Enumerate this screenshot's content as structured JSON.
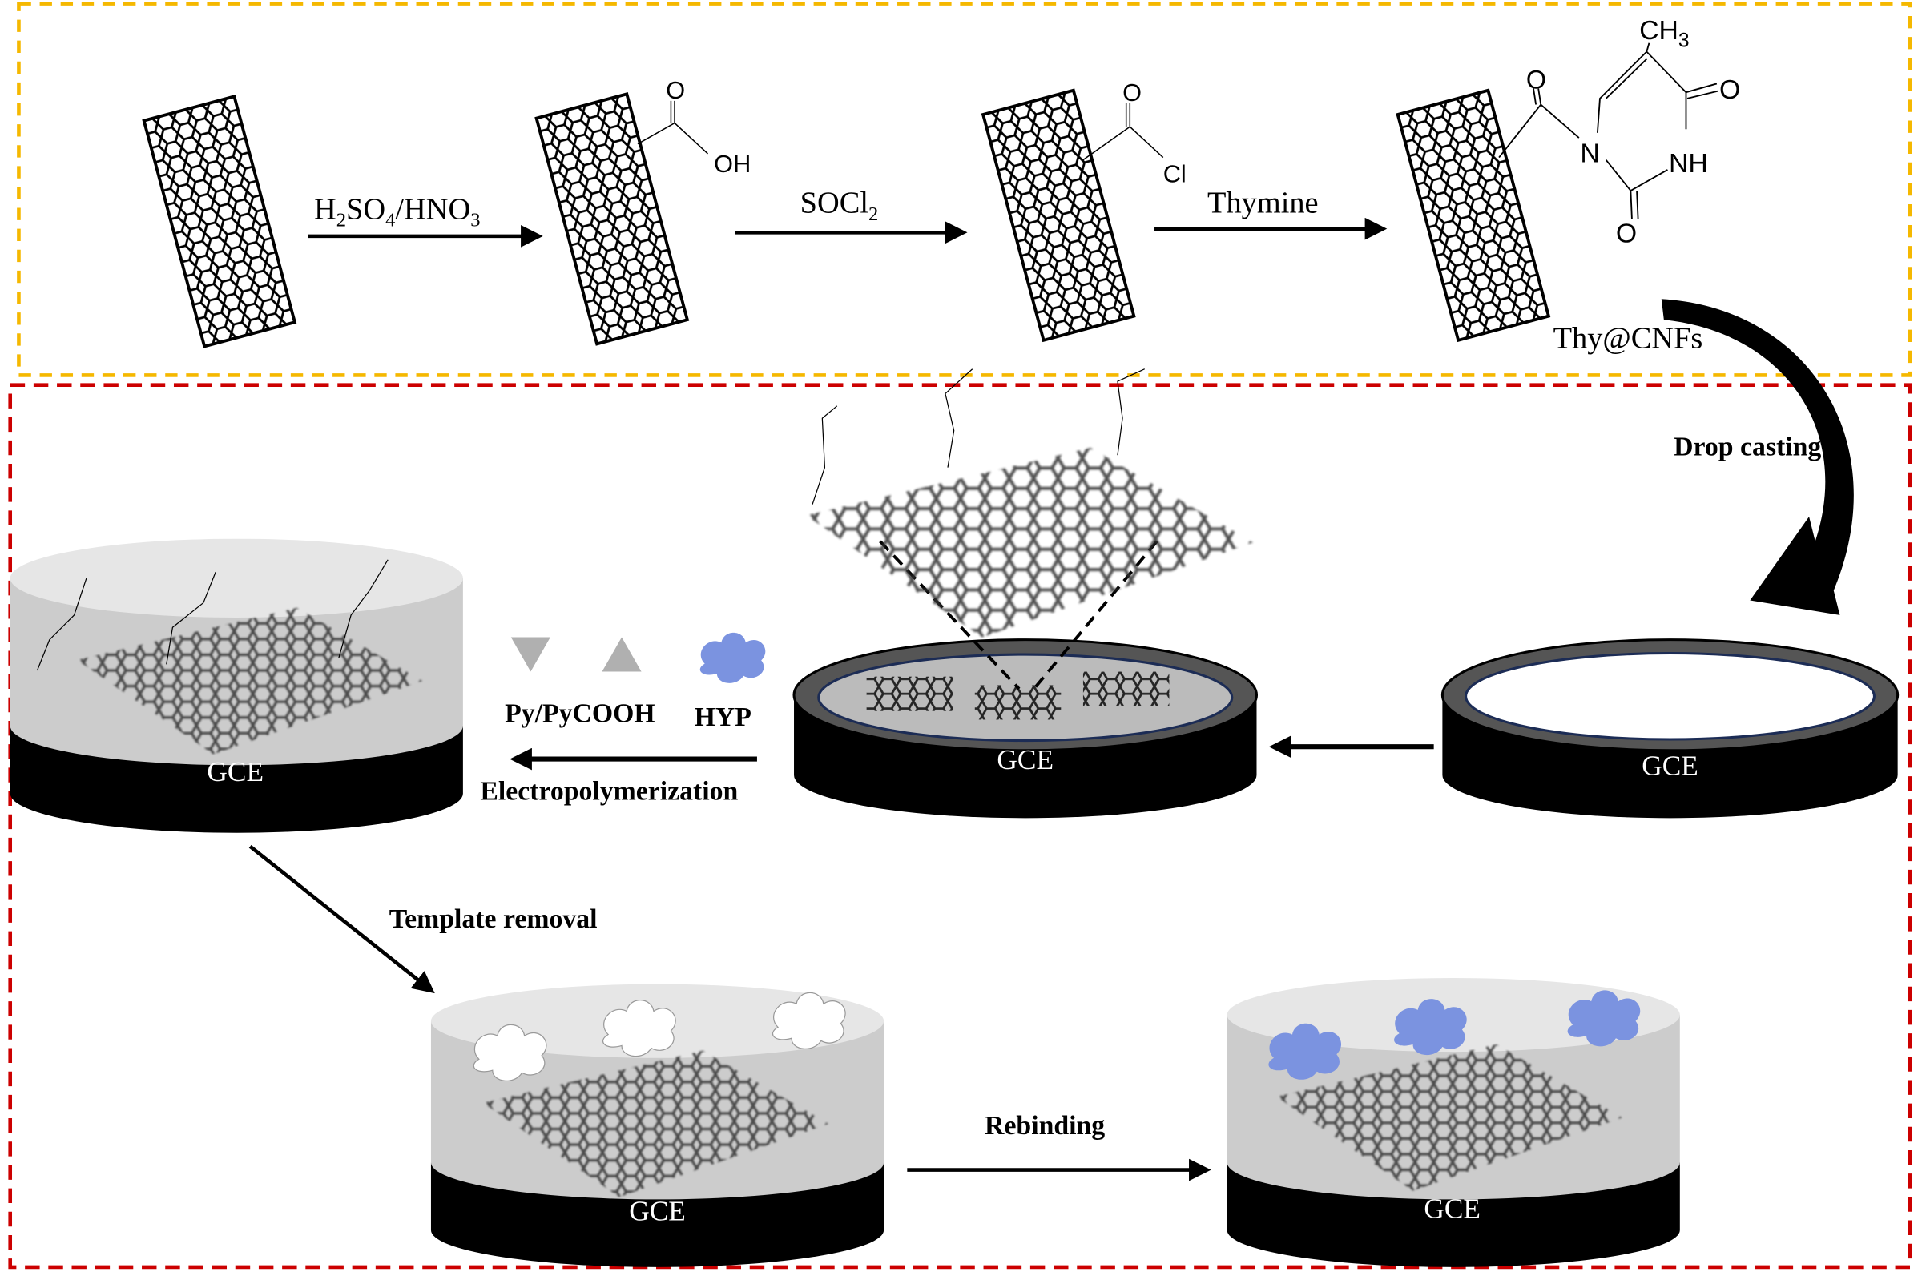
{
  "step1": {
    "reagent_1": {
      "main": "H",
      "sub1": "2",
      "mid": "SO",
      "sub2": "4",
      "mid2": "/HNO",
      "sub3": "3"
    },
    "reagent_2": {
      "main": "SOCl",
      "sub": "2"
    },
    "reagent_3": "Thymine",
    "cooh": {
      "o": "O",
      "oh": "OH"
    },
    "cocl": {
      "o": "O",
      "cl": "Cl"
    },
    "thymine": {
      "o1": "O",
      "ch3": "CH",
      "ch3_sub": "3",
      "o2": "O",
      "n": "N",
      "nh": "NH",
      "o3": "O"
    },
    "product_label": "Thy@CNFs"
  },
  "step2": {
    "drop_casting": "Drop casting",
    "electrode": "GCE",
    "monomer_label": "Py/PyCOOH",
    "template_label": "HYP",
    "electropolymerization": "Electropolymerization",
    "template_removal": "Template removal",
    "rebinding": "Rebinding"
  },
  "colors": {
    "top_frame": "#f5b800",
    "bottom_frame": "#cc0000",
    "hyp_cloud": "#7b93e0",
    "monomer_triangle": "#b0b0b0",
    "electrode": "#000000"
  }
}
